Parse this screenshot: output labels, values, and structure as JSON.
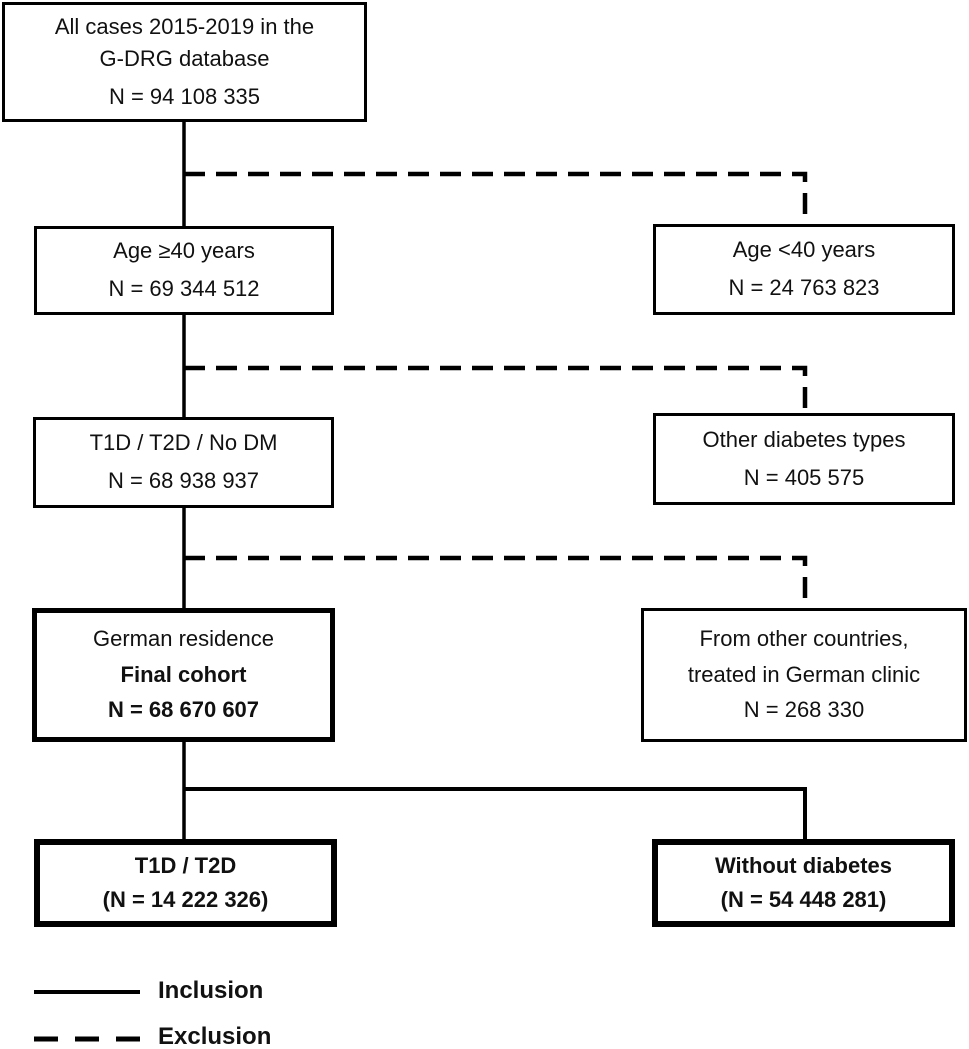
{
  "figure": {
    "type": "cohort-selection-flowchart",
    "boxes": {
      "all_cases": {
        "line1": "All cases 2015-2019 in the",
        "line2": "G-DRG database",
        "n": "N = 94 108 335"
      },
      "age_ge40": {
        "line1": "Age ≥40 years",
        "n": "N = 69 344 512"
      },
      "age_lt40": {
        "line1": "Age <40 years",
        "n": "N = 24 763 823"
      },
      "dm_types": {
        "line1": "T1D / T2D / No DM",
        "n": "N = 68 938 937"
      },
      "other_dm": {
        "line1": "Other diabetes types",
        "n": "N = 405 575"
      },
      "final_cohort": {
        "line1": "German residence",
        "line2": "Final cohort",
        "n": "N = 68 670 607"
      },
      "other_countries": {
        "line1": "From other countries,",
        "line2": "treated in German clinic",
        "n": "N = 268 330"
      },
      "t1d_t2d": {
        "line1": "T1D / T2D",
        "n": "(N = 14 222 326)"
      },
      "without_dm": {
        "line1": "Without diabetes",
        "n": "(N = 54 448 281)"
      }
    },
    "legend": {
      "inclusion": "Inclusion",
      "exclusion": "Exclusion"
    },
    "colors": {
      "line": "#000000",
      "text": "#111111",
      "background": "#ffffff"
    }
  }
}
